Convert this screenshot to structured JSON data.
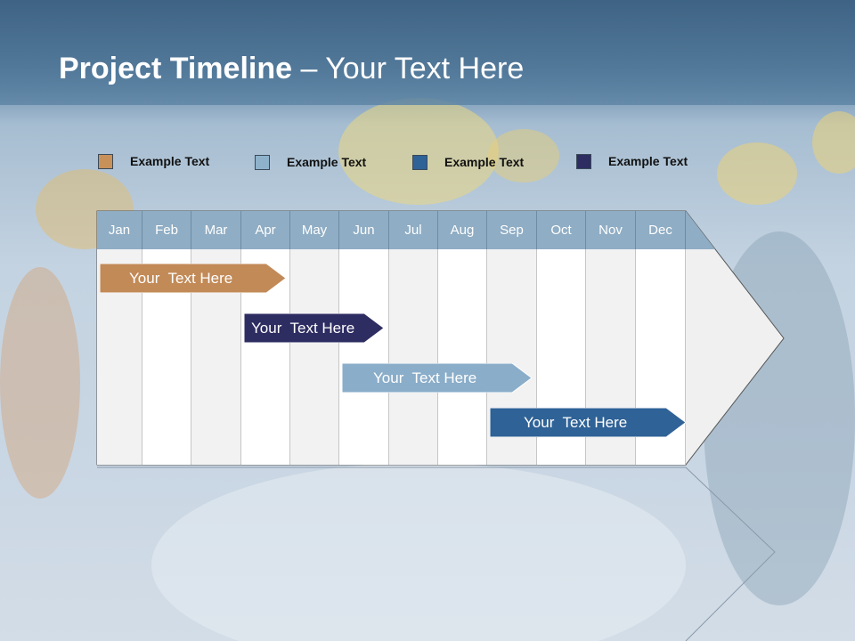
{
  "slide": {
    "title_bold": "Project Timeline",
    "title_rest": " – Your Text Here"
  },
  "legend": [
    {
      "label": "Example Text",
      "color": "#c8915a"
    },
    {
      "label": "Example Text",
      "color": "#8fb2cb"
    },
    {
      "label": "Example Text",
      "color": "#2f6296"
    },
    {
      "label": "Example Text",
      "color": "#2e2d62"
    }
  ],
  "months": [
    "Jan",
    "Feb",
    "Mar",
    "Apr",
    "May",
    "Jun",
    "Jul",
    "Aug",
    "Sep",
    "Oct",
    "Nov",
    "Dec"
  ],
  "tasks": [
    {
      "label": "Your  Text Here",
      "start_month": "Jan",
      "end_month": "Apr",
      "color": "#c28a57"
    },
    {
      "label": "Your  Text Here",
      "start_month": "Apr",
      "end_month": "Jun",
      "color": "#2e2d62"
    },
    {
      "label": "Your  Text Here",
      "start_month": "Jun",
      "end_month": "Sep",
      "color": "#8aadc9"
    },
    {
      "label": "Your  Text Here",
      "start_month": "Sep",
      "end_month": "Dec",
      "color": "#2f6296"
    }
  ]
}
